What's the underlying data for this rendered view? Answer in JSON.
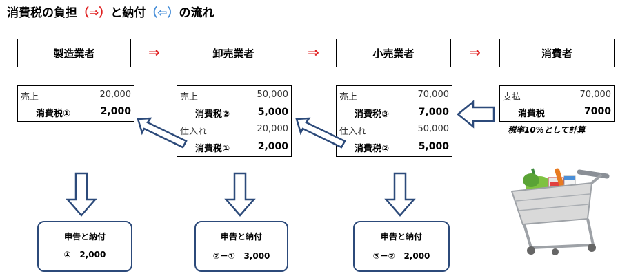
{
  "title": {
    "main": "消費税の負担",
    "burden_part": "（⇒）",
    "and": "と納付",
    "payment_part": "（⇦）",
    "suffix": "の流れ"
  },
  "stages": [
    "製造業者",
    "卸売業者",
    "小売業者",
    "消費者"
  ],
  "flow_arrow": "⇒",
  "ledgers": [
    {
      "rows": [
        {
          "label": "売上",
          "value": "20,000",
          "tax": false
        },
        {
          "label": "消費税①",
          "value": "2,000",
          "tax": true
        }
      ]
    },
    {
      "rows": [
        {
          "label": "売上",
          "value": "50,000",
          "tax": false
        },
        {
          "label": "消費税②",
          "value": "5,000",
          "tax": true
        },
        {
          "label": "仕入れ",
          "value": "20,000",
          "tax": false
        },
        {
          "label": "消費税①",
          "value": "2,000",
          "tax": true
        }
      ]
    },
    {
      "rows": [
        {
          "label": "売上",
          "value": "70,000",
          "tax": false
        },
        {
          "label": "消費税③",
          "value": "7,000",
          "tax": true
        },
        {
          "label": "仕入れ",
          "value": "50,000",
          "tax": false
        },
        {
          "label": "消費税②",
          "value": "5,000",
          "tax": true
        }
      ]
    },
    {
      "rows": [
        {
          "label": "支払",
          "value": "70,000",
          "tax": false
        },
        {
          "label": "消費税",
          "value": "7000",
          "tax": true
        }
      ]
    }
  ],
  "note": "税率10%として計算",
  "payments": [
    {
      "title": "申告と納付",
      "calc": "①   2,000"
    },
    {
      "title": "申告と納付",
      "calc": "②－①   3,000"
    },
    {
      "title": "申告と納付",
      "calc": "③－②   2,000"
    }
  ],
  "colors": {
    "burden": "#e02020",
    "payment": "#2c4a7a",
    "payment_title": "#4a90d9"
  }
}
